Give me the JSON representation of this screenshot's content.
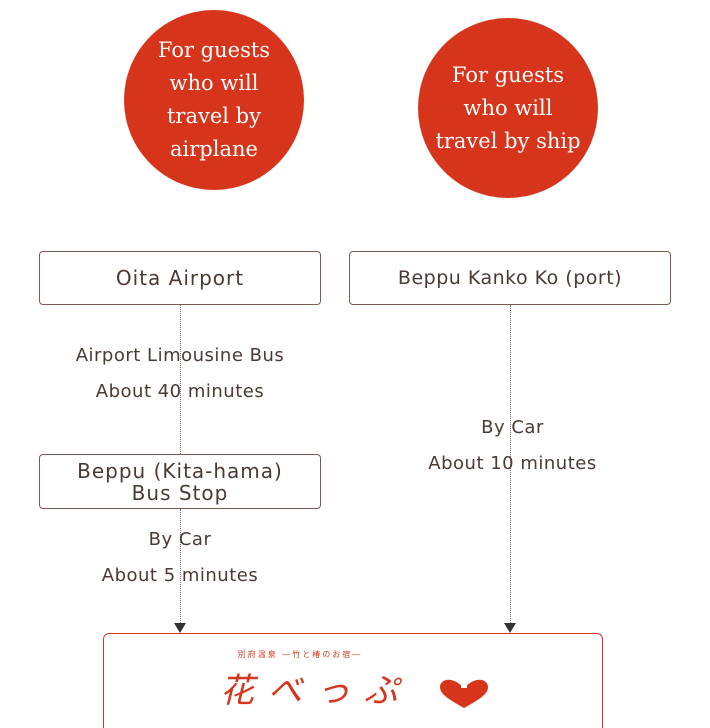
{
  "circles": {
    "airplane": [
      "For guests",
      "who will",
      "travel by",
      "airplane"
    ],
    "ship": [
      "For guests",
      "who will",
      "travel by ship"
    ]
  },
  "boxes": {
    "oita_airport": "Oita Airport",
    "beppu_kanko": "Beppu Kanko Ko (port)",
    "beppu_bus_stop": [
      "Beppu (Kita-hama)",
      "Bus Stop"
    ]
  },
  "routes": {
    "limousine": [
      "Airport Limousine Bus",
      "About 40 minutes"
    ],
    "car_ship": [
      "By Car",
      "About 10 minutes"
    ],
    "car_bus": [
      "By Car",
      "About 5 minutes"
    ]
  },
  "destination": {
    "subtitle": "別府温泉 ―竹と椿のお宿―",
    "name": "花べっぷ",
    "heart_icon": "heart-logo-icon"
  },
  "colors": {
    "accent": "#d6351c",
    "text": "#4a3a32",
    "border": "#7a5a50"
  }
}
